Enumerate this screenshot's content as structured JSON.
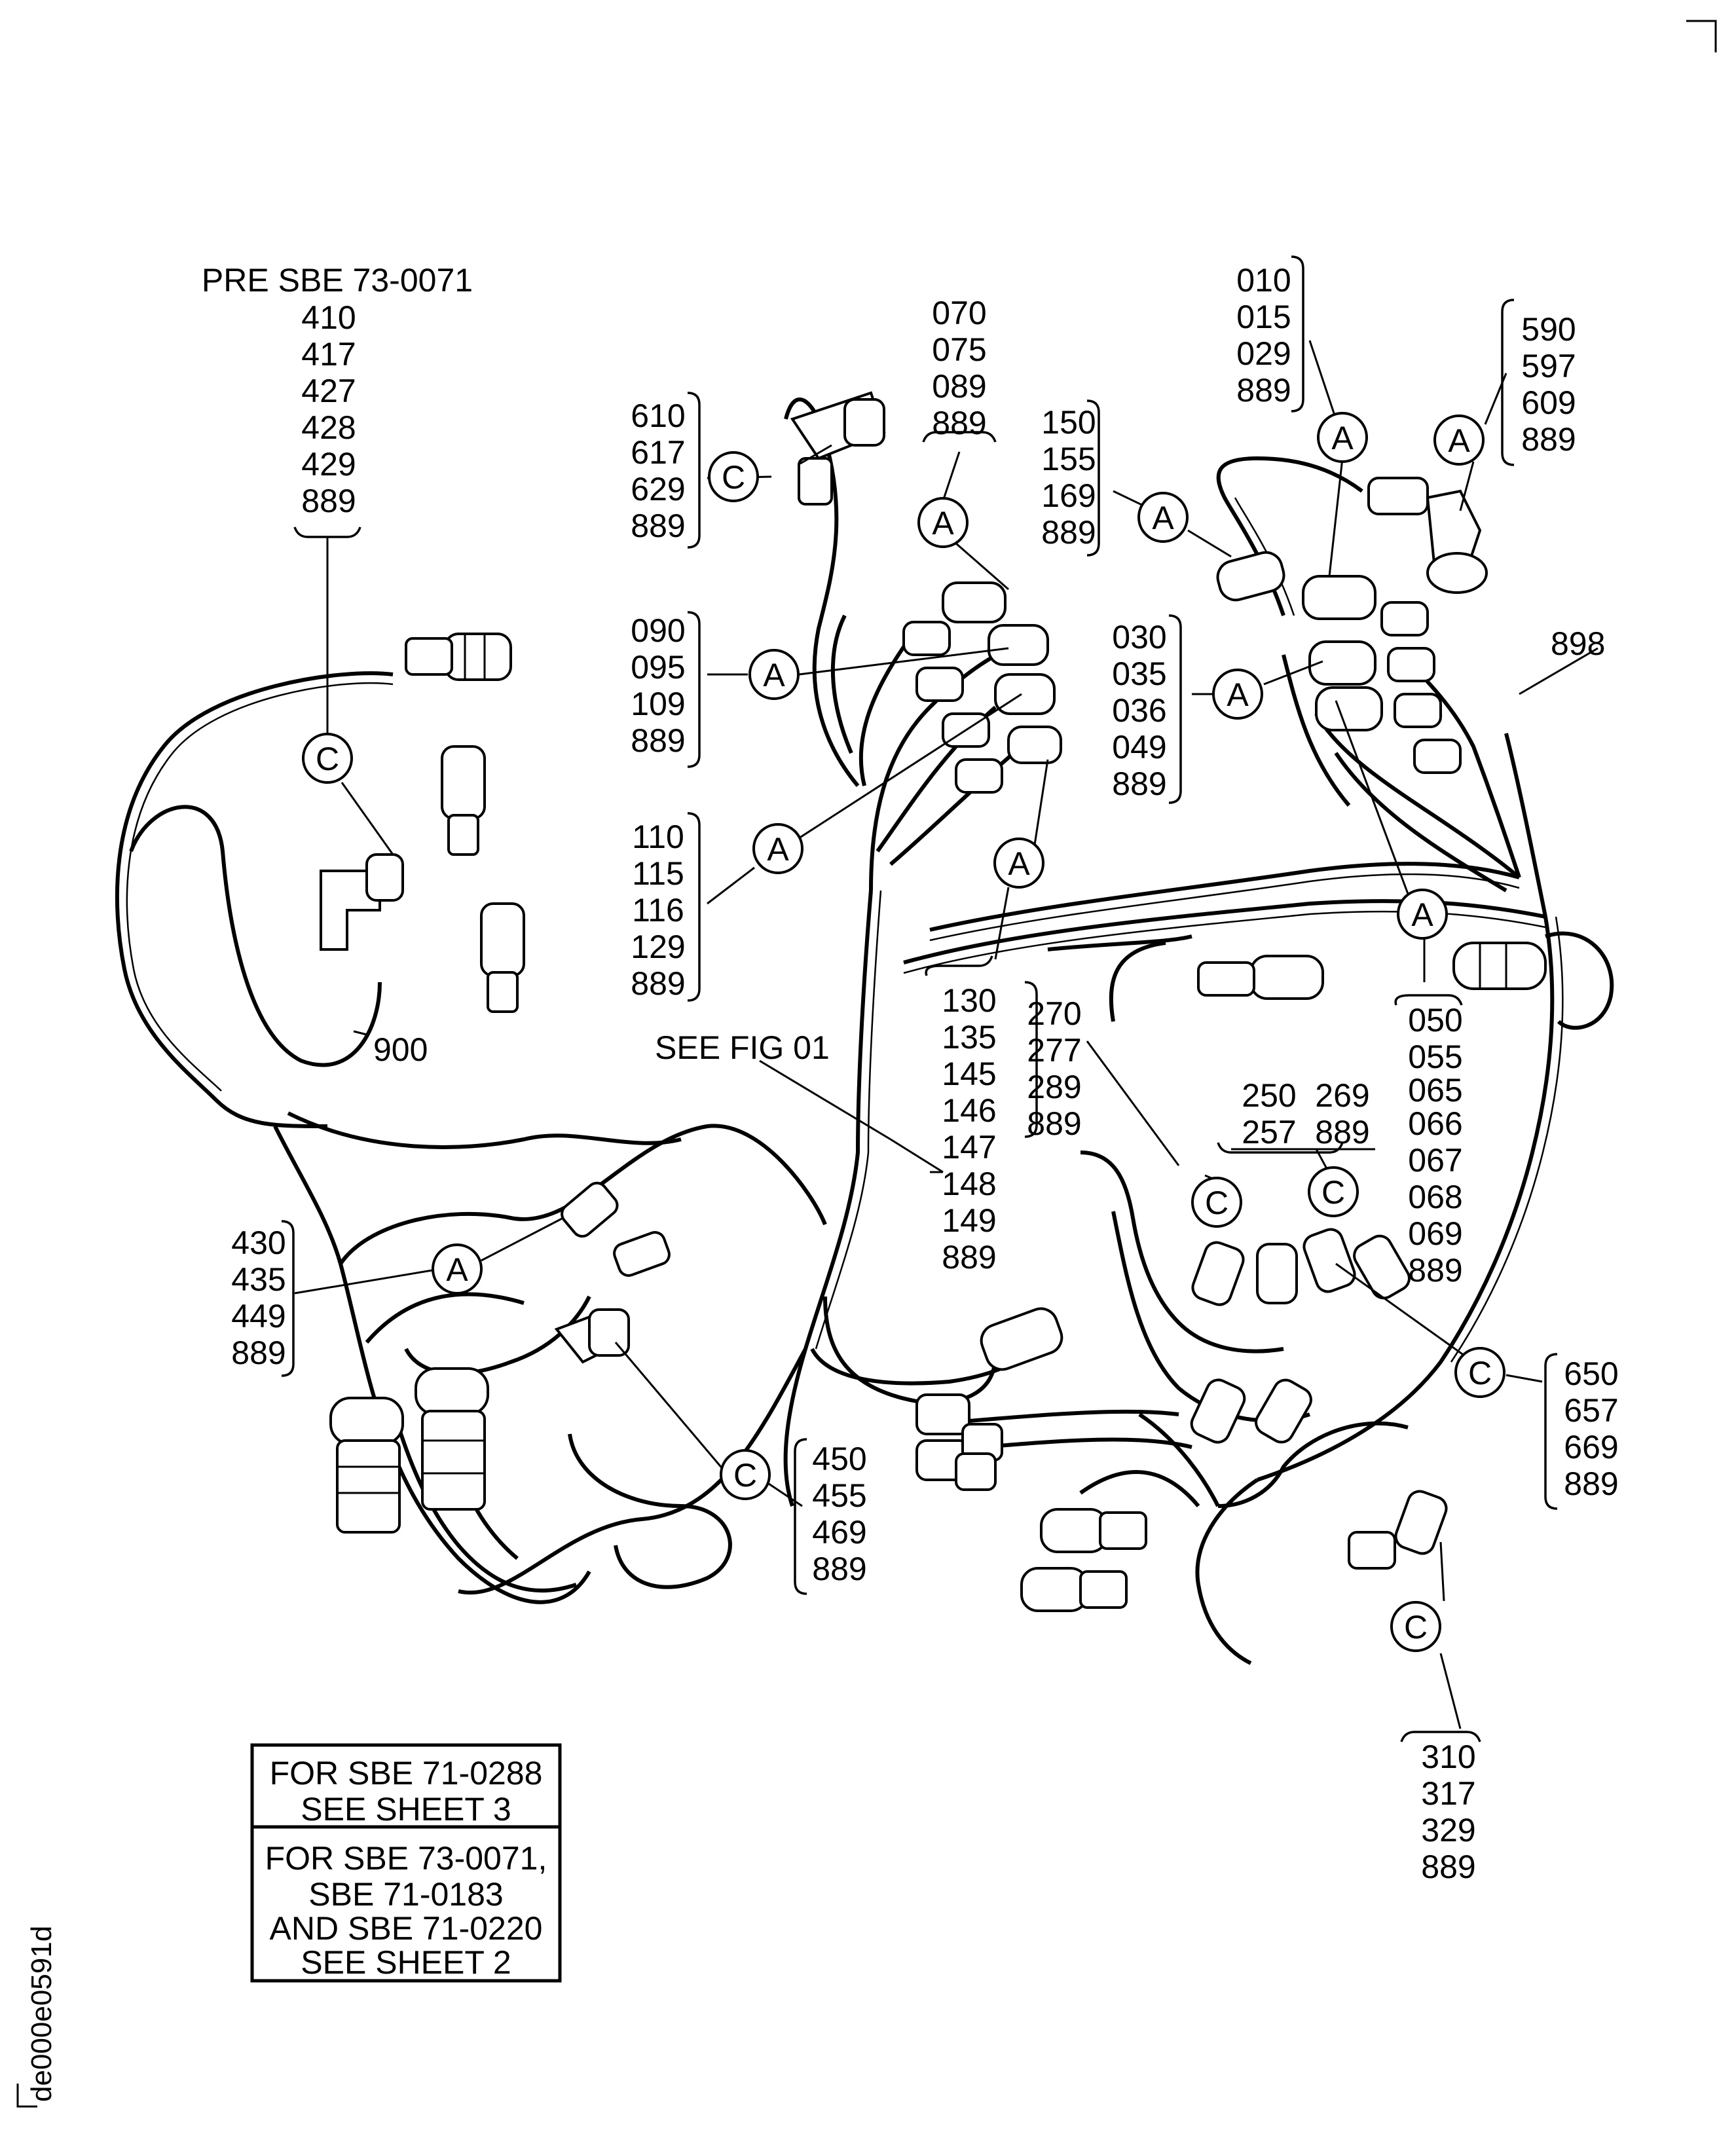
{
  "document": {
    "drawing_id": "de000e0591d"
  },
  "callout_groups": [
    {
      "id": "pre-sbe",
      "header": "PRE SBE 73-0071",
      "letter": "C",
      "items": [
        "410",
        "417",
        "427",
        "428",
        "429",
        "889"
      ]
    },
    {
      "id": "g610",
      "letter": "C",
      "items": [
        "610",
        "617",
        "629",
        "889"
      ]
    },
    {
      "id": "g070",
      "letter": "A",
      "items": [
        "070",
        "075",
        "089",
        "889"
      ]
    },
    {
      "id": "g150",
      "letter": "A",
      "items": [
        "150",
        "155",
        "169",
        "889"
      ]
    },
    {
      "id": "g010",
      "letter": "A",
      "items": [
        "010",
        "015",
        "029",
        "889"
      ]
    },
    {
      "id": "g590",
      "letter": "A",
      "items": [
        "590",
        "597",
        "609",
        "889"
      ]
    },
    {
      "id": "g090",
      "letter": "A",
      "items": [
        "090",
        "095",
        "109",
        "889"
      ]
    },
    {
      "id": "g030",
      "letter": "A",
      "items": [
        "030",
        "035",
        "036",
        "049",
        "889"
      ]
    },
    {
      "id": "g110",
      "letter": "A",
      "items": [
        "110",
        "115",
        "116",
        "129",
        "889"
      ]
    },
    {
      "id": "g130",
      "letter": "A",
      "items": [
        "130",
        "135",
        "145",
        "146",
        "147",
        "148",
        "149",
        "889"
      ]
    },
    {
      "id": "g270",
      "letter": "C",
      "items": [
        "270",
        "277",
        "289",
        "889"
      ]
    },
    {
      "id": "g250",
      "letter": "C",
      "items": [
        "250",
        "269",
        "257",
        "889"
      ]
    },
    {
      "id": "g050",
      "letter": "A",
      "items": [
        "050",
        "055",
        "065",
        "066",
        "067",
        "068",
        "069",
        "889"
      ]
    },
    {
      "id": "g430",
      "letter": "A",
      "items": [
        "430",
        "435",
        "449",
        "889"
      ]
    },
    {
      "id": "g450",
      "letter": "C",
      "items": [
        "450",
        "455",
        "469",
        "889"
      ]
    },
    {
      "id": "g650",
      "letter": "C",
      "items": [
        "650",
        "657",
        "669",
        "889"
      ]
    },
    {
      "id": "g310",
      "letter": "C",
      "items": [
        "310",
        "317",
        "329",
        "889"
      ]
    }
  ],
  "single_labels": {
    "label_900": "900",
    "label_898": "898",
    "see_fig": "SEE FIG 01"
  },
  "note_box": {
    "upper": [
      "FOR SBE 71-0288",
      "SEE SHEET 3"
    ],
    "lower": [
      "FOR SBE 73-0071,",
      "SBE 71-0183",
      "AND SBE 71-0220",
      "SEE SHEET 2"
    ]
  }
}
